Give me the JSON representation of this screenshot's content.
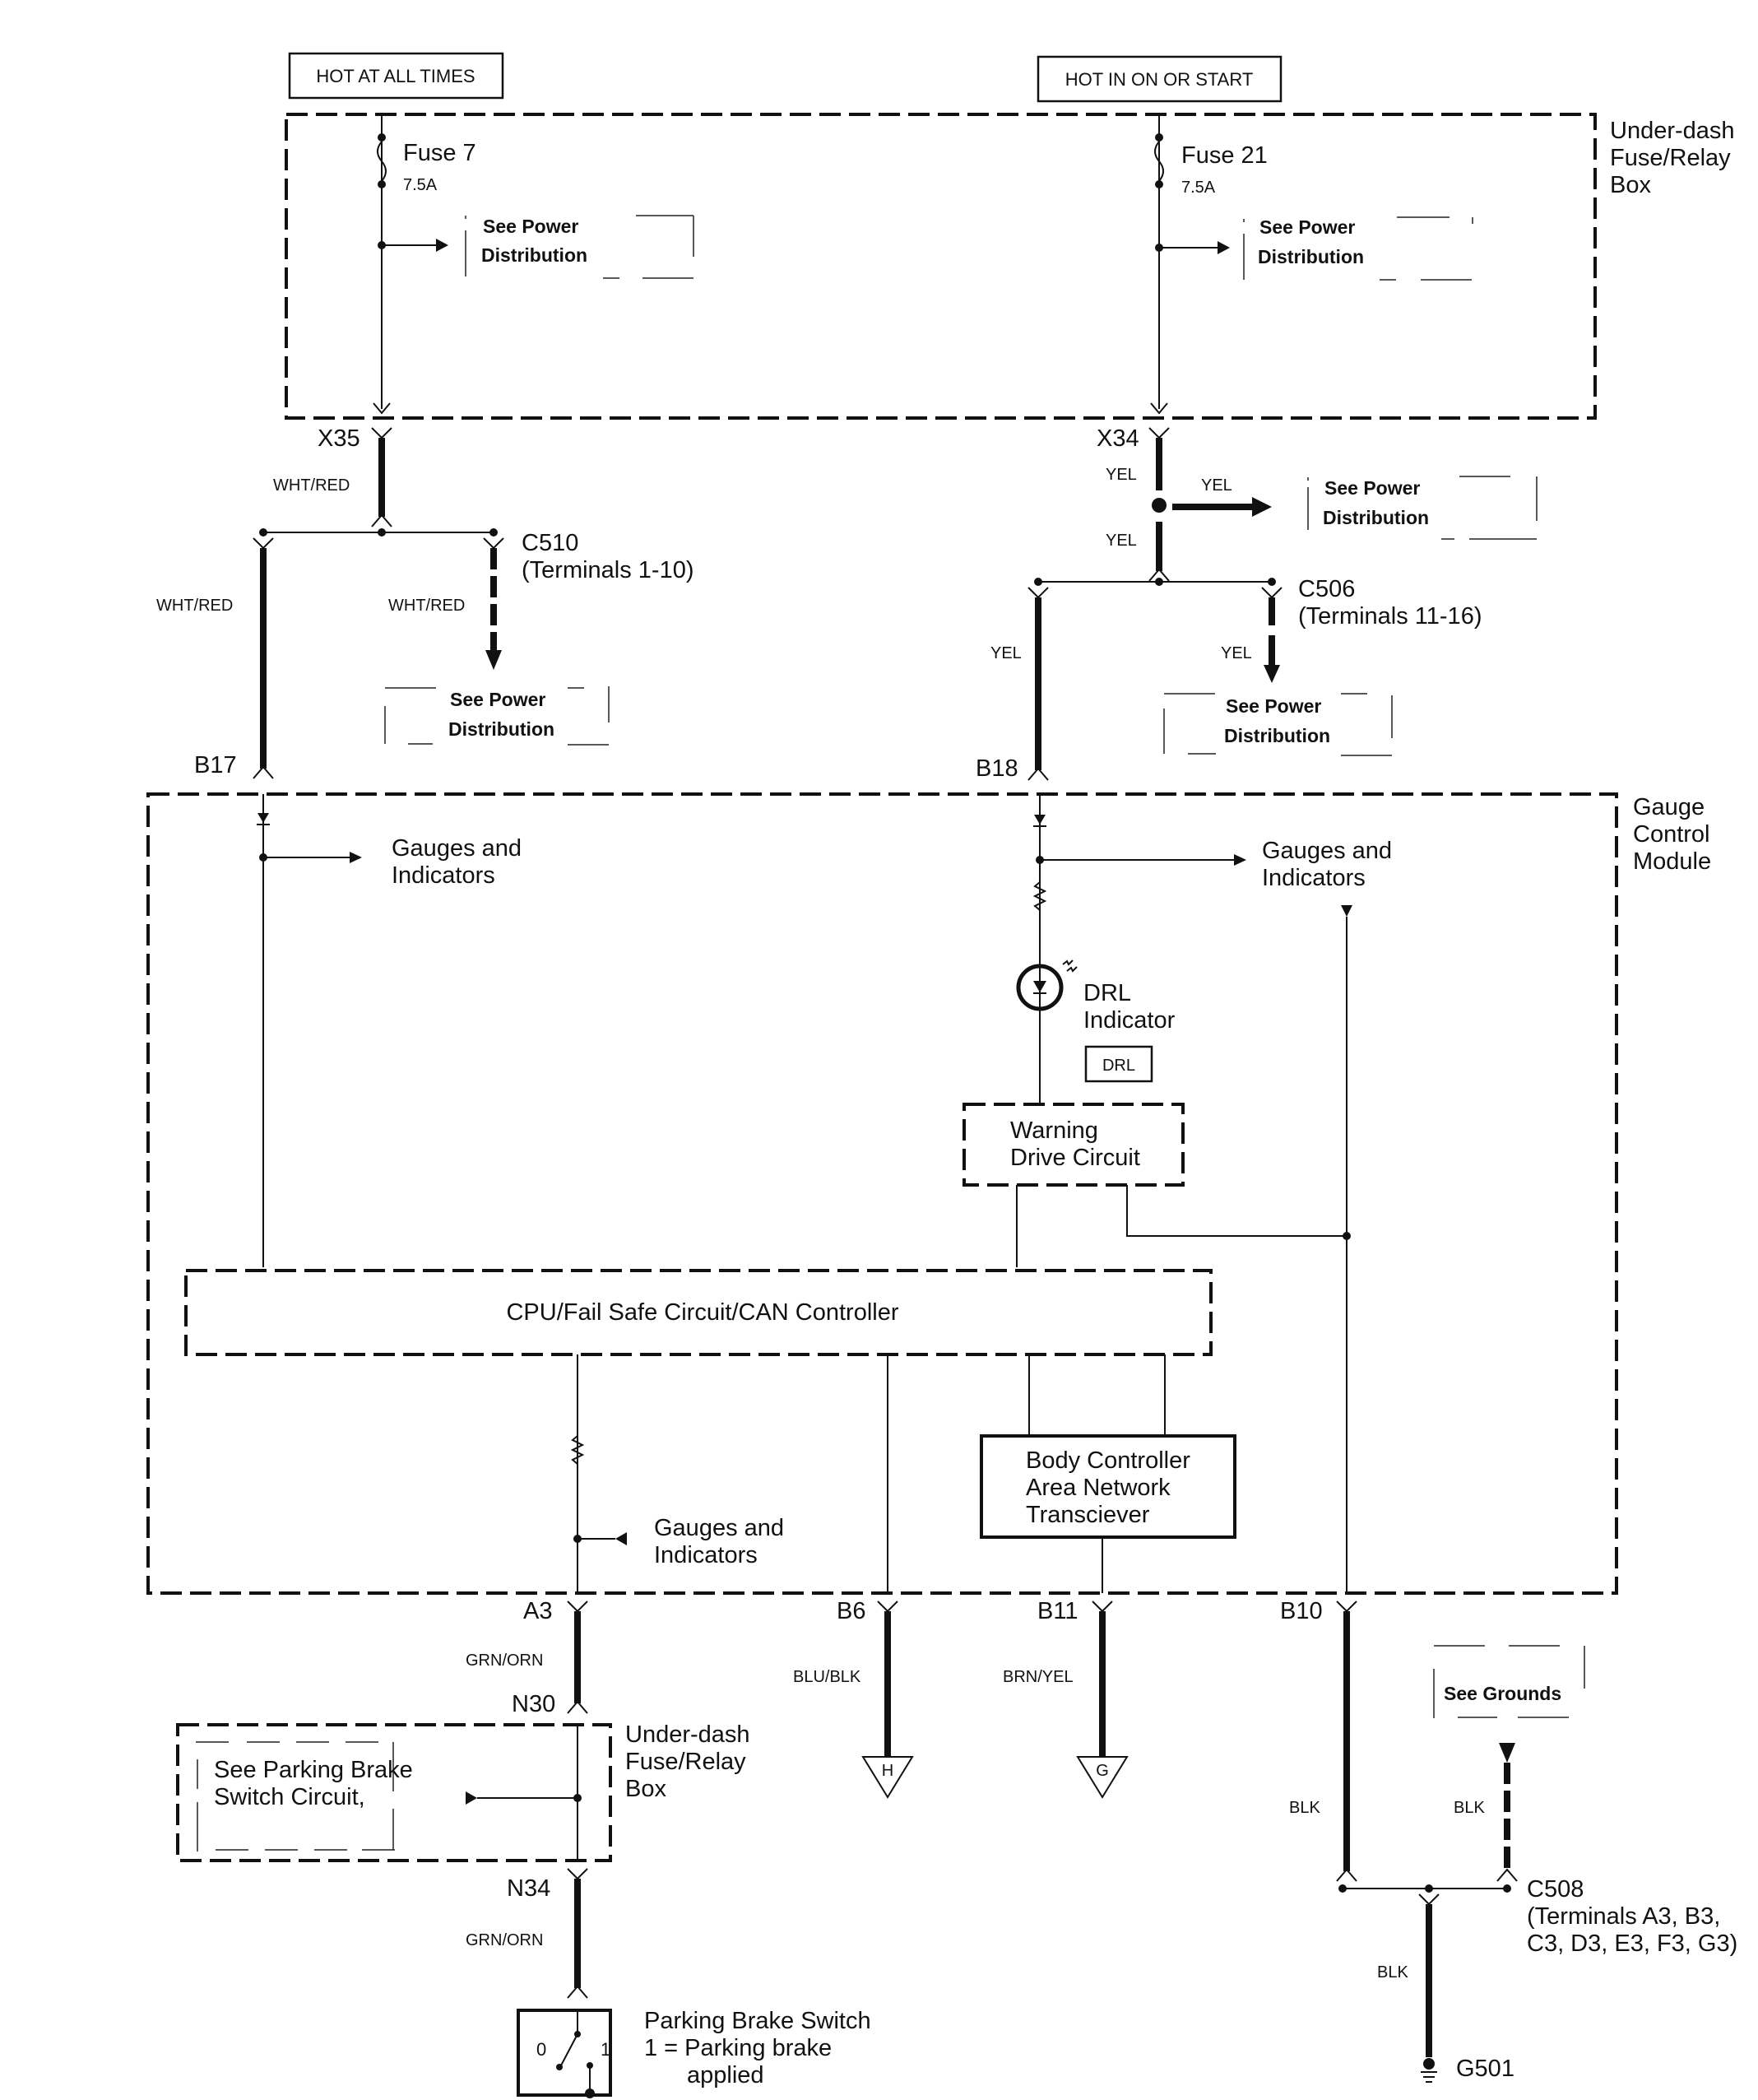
{
  "title": "DRL Indicator Circuit - Gauge Control Module Wiring Diagram",
  "power_sources": {
    "left": "HOT AT ALL TIMES",
    "right": "HOT IN ON OR START"
  },
  "underdash_box": {
    "label_line1": "Under-dash",
    "label_line2": "Fuse/Relay",
    "label_line3": "Box",
    "fuse_left": {
      "name": "Fuse 7",
      "rating": "7.5A"
    },
    "fuse_right": {
      "name": "Fuse 21",
      "rating": "7.5A"
    }
  },
  "see_power": {
    "line1": "See Power",
    "line2": "Distribution"
  },
  "see_grounds": "See Grounds",
  "connectors": {
    "x35": "X35",
    "x34": "X34",
    "c510": "C510",
    "c510_terms": "(Terminals 1-10)",
    "c506": "C506",
    "c506_terms": "(Terminals 11-16)",
    "b17": "B17",
    "b18": "B18",
    "a3": "A3",
    "b6": "B6",
    "b11": "B11",
    "b10": "B10",
    "n30": "N30",
    "n34": "N34",
    "c508": "C508",
    "c508_terms1": "(Terminals A3, B3,",
    "c508_terms2": "C3, D3, E3, F3, G3)",
    "g501": "G501"
  },
  "wire_colors": {
    "wht_red": "WHT/RED",
    "yel": "YEL",
    "grn_orn": "GRN/ORN",
    "blu_blk": "BLU/BLK",
    "brn_yel": "BRN/YEL",
    "blk": "BLK"
  },
  "gcm": {
    "label_line1": "Gauge",
    "label_line2": "Control",
    "label_line3": "Module",
    "gauges_line1": "Gauges and",
    "gauges_line2": "Indicators",
    "drl_line1": "DRL",
    "drl_line2": "Indicator",
    "drl_badge": "DRL",
    "warning_line1": "Warning",
    "warning_line2": "Drive Circuit",
    "cpu": "CPU/Fail Safe Circuit/CAN Controller",
    "bcan_line1": "Body Controller",
    "bcan_line2": "Area Network",
    "bcan_line3": "Transciever"
  },
  "offpage": {
    "h": "H",
    "g": "G"
  },
  "parking_brake": {
    "see_line1": "See Parking Brake",
    "see_line2": "Switch Circuit,",
    "switch_line1": "Parking Brake Switch",
    "switch_line2": "1 = Parking brake",
    "switch_line3": "applied",
    "pos0": "0",
    "pos1": "1"
  }
}
